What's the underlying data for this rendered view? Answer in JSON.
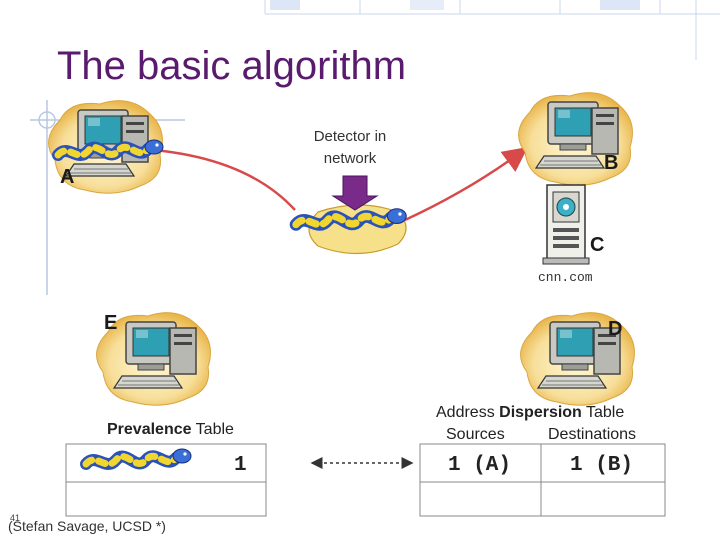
{
  "slide": {
    "title": "The basic algorithm",
    "footer": "(Stefan Savage, UCSD *)",
    "slide_number": "41"
  },
  "nodes": {
    "a": "A",
    "b": "B",
    "c": "C",
    "d": "D",
    "e": "E",
    "c_caption": "cnn.com",
    "detector_line1": "Detector in",
    "detector_line2": "network"
  },
  "prevalence_table": {
    "title_bold": "Prevalence",
    "title_rest": " Table",
    "count": "1"
  },
  "dispersion_table": {
    "title_rest_pre": "Address ",
    "title_bold": "Dispersion",
    "title_rest": " Table",
    "col_sources": "Sources",
    "col_destinations": "Destinations",
    "sources_value": "1 (A)",
    "destinations_value": "1 (B)"
  },
  "colors": {
    "title": "#5a1a6e",
    "arrow": "#d84a4a",
    "worm_blue": "#3a6fd8",
    "worm_yellow": "#f2d630"
  }
}
